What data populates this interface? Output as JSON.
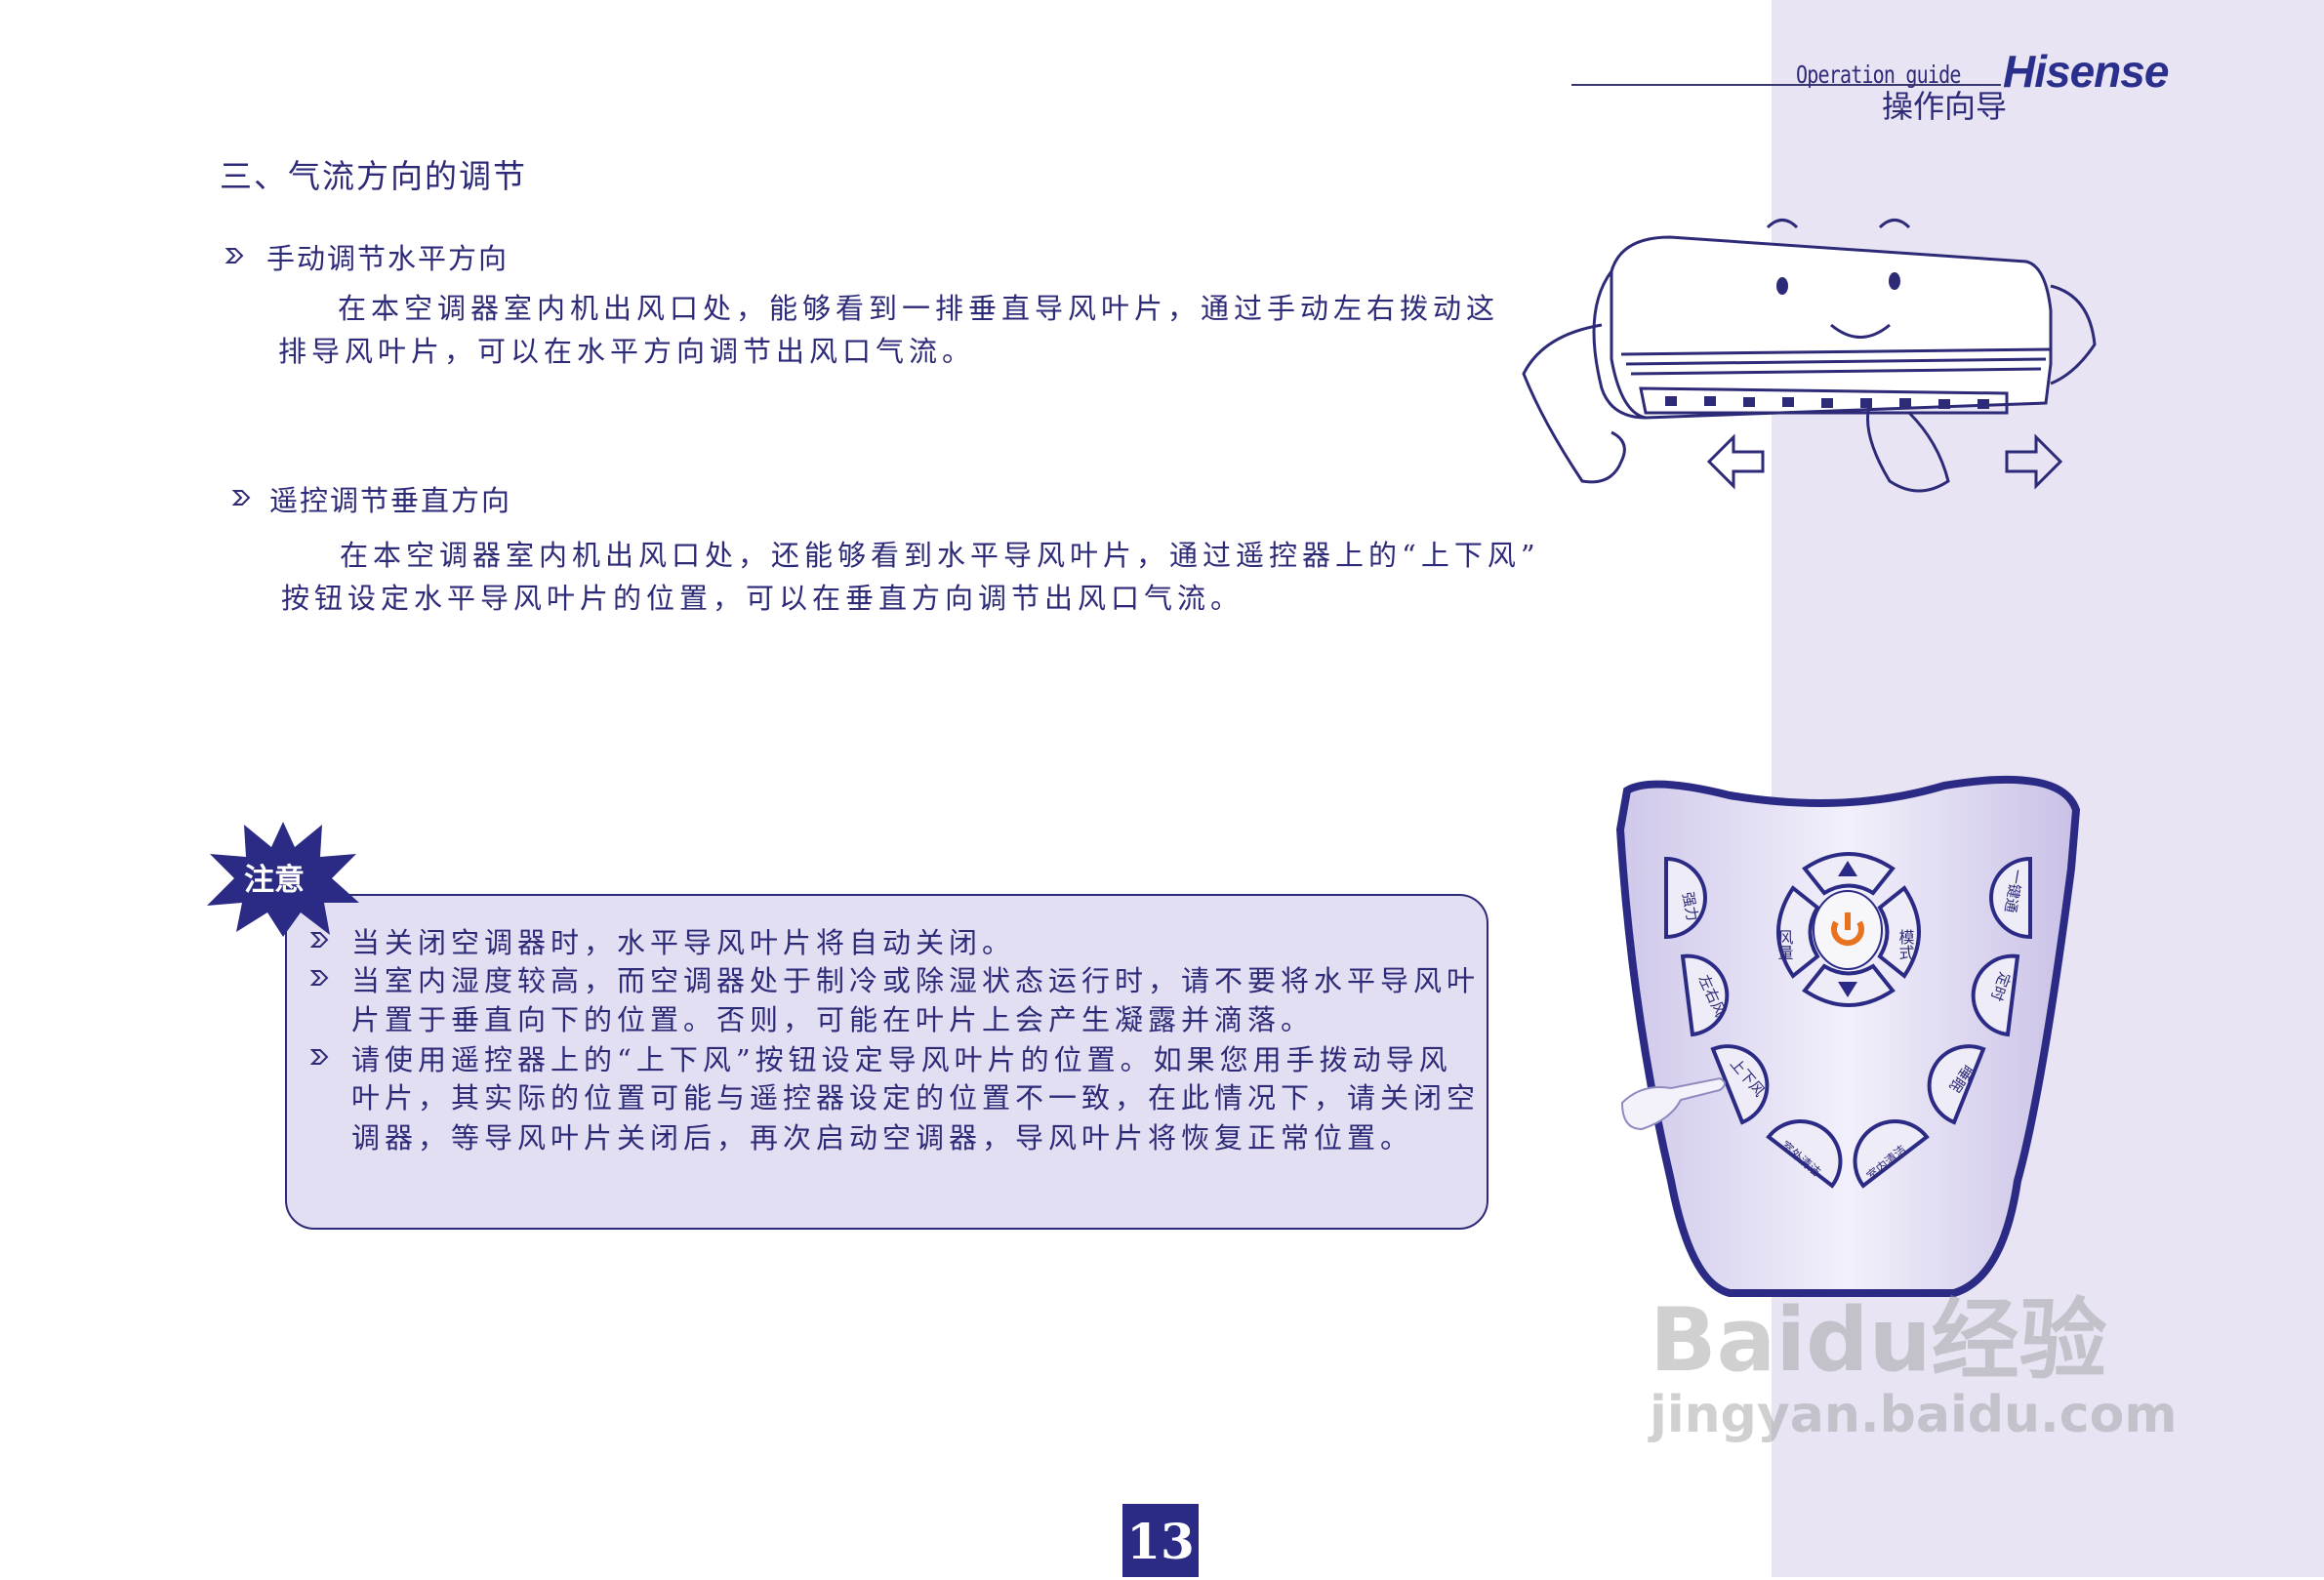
{
  "header": {
    "guide_en": "Operation guide",
    "guide_zh": "操作向导",
    "brand": "Hisense"
  },
  "section_title": "三、气流方向的调节",
  "sections": [
    {
      "heading": "手动调节水平方向",
      "lines": [
        "在本空调器室内机出风口处，能够看到一排垂直导风叶片，通过手动左右拨动这",
        "排导风叶片，可以在水平方向调节出风口气流。"
      ]
    },
    {
      "heading": "遥控调节垂直方向",
      "lines": [
        "在本空调器室内机出风口处，还能够看到水平导风叶片，通过遥控器上的“上下风”",
        "按钮设定水平导风叶片的位置，可以在垂直方向调节出风口气流。"
      ]
    }
  ],
  "note": {
    "label": "注意",
    "items": [
      [
        "当关闭空调器时，水平导风叶片将自动关闭。"
      ],
      [
        "当室内湿度较高，而空调器处于制冷或除湿状态运行时，请不要将水平导风叶",
        "片置于垂直向下的位置。否则，可能在叶片上会产生凝露并滴落。"
      ],
      [
        "请使用遥控器上的“上下风”按钮设定导风叶片的位置。如果您用手拨动导风",
        "叶片，其实际的位置可能与遥控器设定的位置不一致，在此情况下，请关闭空",
        "调器，等导风叶片关闭后，再次启动空调器，导风叶片将恢复正常位置。"
      ]
    ]
  },
  "remote": {
    "buttons": {
      "strong": "强力",
      "lr": "左右风",
      "ud": "上下风",
      "fan": "风量",
      "mode": "模式",
      "onekey": "一键通",
      "timer": "定时",
      "sleep": "睡眠",
      "outclean": "室外清洁",
      "inclean": "室内清洁"
    },
    "power_color": "#e8731e"
  },
  "page_number": "13",
  "watermark": {
    "logo": "Baidu经验",
    "url": "jingyan.baidu.com"
  },
  "colors": {
    "primary": "#2d2a78",
    "panel": "#e8e4f4",
    "note_bg": "#e3dff3"
  }
}
